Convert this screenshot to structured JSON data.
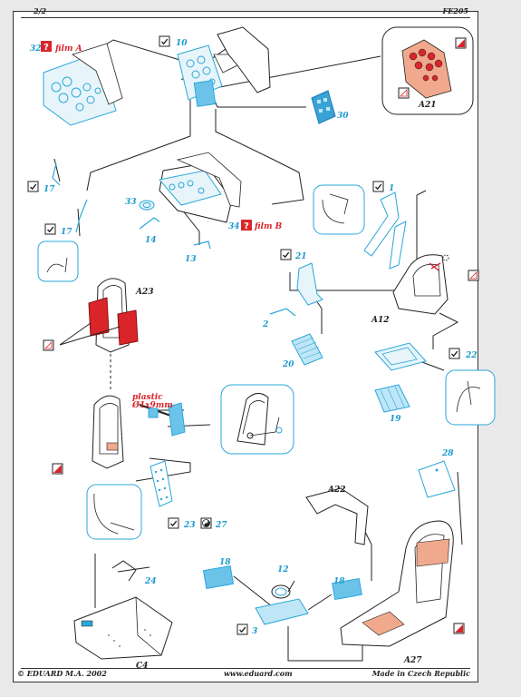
{
  "header": {
    "page": "2/2",
    "code": "FE205"
  },
  "footer": {
    "copyright": "© EDUARD  M.A. 2002",
    "website": "www.eduard.com",
    "made_in": "Made in Czech Republic"
  },
  "parts": {
    "p1": "1",
    "p2": "2",
    "p3": "3",
    "p10": "10",
    "p12": "12",
    "p13": "13",
    "p14": "14",
    "p17a": "17",
    "p17b": "17",
    "p18a": "18",
    "p18b": "18",
    "p19": "19",
    "p20": "20",
    "p21": "21",
    "p22": "22",
    "p23": "23",
    "p24": "24",
    "p27": "27",
    "p28": "28",
    "p30": "30",
    "p32": "32",
    "p33": "33",
    "p34": "34"
  },
  "kit_parts": {
    "a12": "A12",
    "a21": "A21",
    "a22": "A22",
    "a23": "A23",
    "a27": "A27",
    "c4": "C4"
  },
  "notes": {
    "film_a": "film A",
    "film_b": "film B",
    "plastic": "plastic",
    "rod": "Ø1x9mm",
    "question": "?"
  },
  "colors": {
    "etch_blue": "#2aa7d8",
    "label_blue": "#1a9ad0",
    "film_red": "#d9252a",
    "outline": "#222222",
    "paint_flesh": "#f0a98c"
  }
}
